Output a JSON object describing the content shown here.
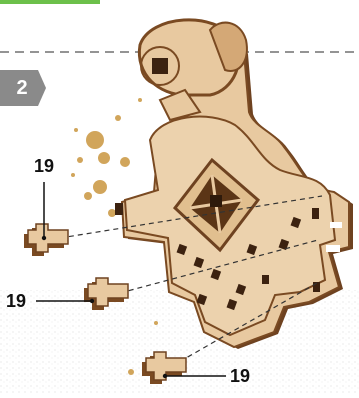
{
  "step": {
    "number": "2"
  },
  "callouts": [
    {
      "label": "19"
    },
    {
      "label": "19"
    },
    {
      "label": "19"
    }
  ],
  "colors": {
    "wood_face": "#e8c9a0",
    "wood_edge": "#7a4a22",
    "wood_dark": "#5b3516",
    "splatter": "#c9963f",
    "badge": "#8a8a8a",
    "dashed_line": "#555555",
    "top_bar": "#6cc04a"
  }
}
